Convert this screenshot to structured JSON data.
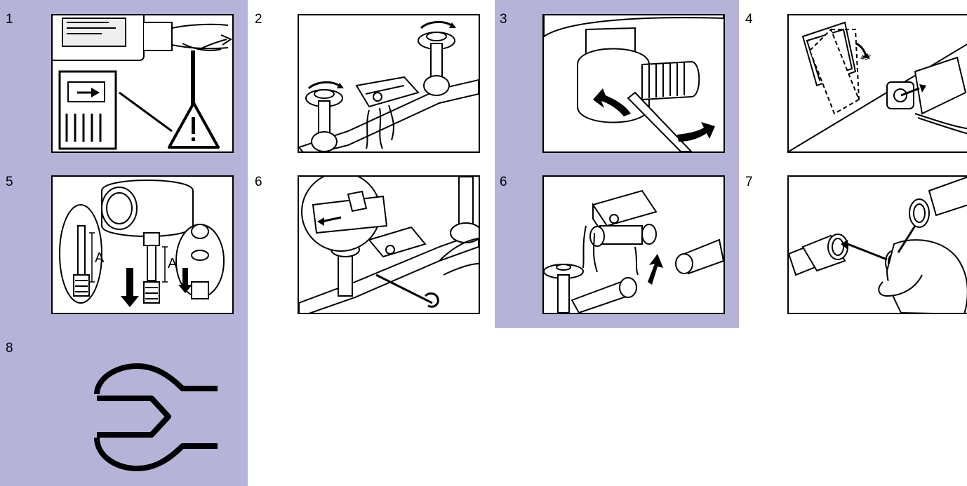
{
  "steps": [
    {
      "number": "1"
    },
    {
      "number": "2"
    },
    {
      "number": "3"
    },
    {
      "number": "4",
      "angle_label": "45°"
    },
    {
      "number": "5",
      "dimension_label": "A"
    },
    {
      "number": "6"
    },
    {
      "number": "6"
    },
    {
      "number": "7"
    },
    {
      "number": "8"
    }
  ],
  "colors": {
    "panel_highlight": "#b6b3d8",
    "line": "#000000"
  },
  "icons": [
    "warning-triangle-icon",
    "wrench-icon",
    "arrow-icon",
    "rotate-arrow-icon"
  ]
}
